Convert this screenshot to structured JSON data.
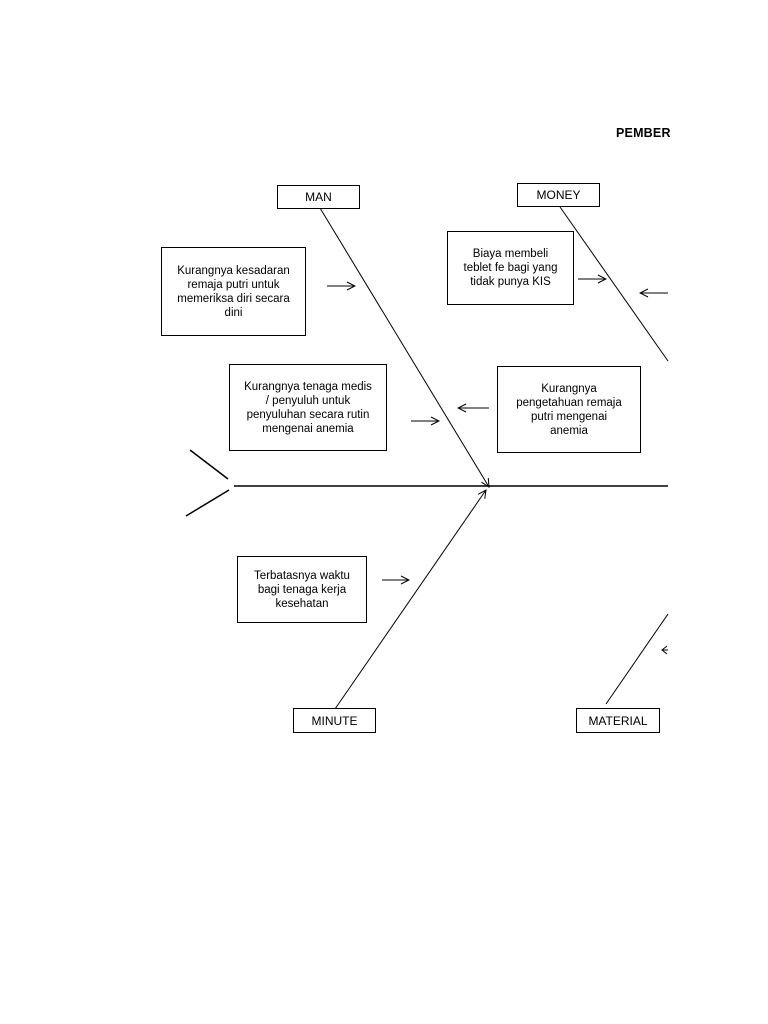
{
  "title": "PEMBER",
  "categories": {
    "man": "MAN",
    "money": "MONEY",
    "minute": "MINUTE",
    "material": "MATERIAL"
  },
  "causes": {
    "kesadaran": "Kurangnya kesadaran\nremaja putri untuk\nmemeriksa diri secara\ndini",
    "biaya": "Biaya membeli\nteblet fe bagi yang\ntidak punya KIS",
    "tenaga_medis": "Kurangnya tenaga medis\n/  penyuluh untuk\npenyuluhan secara rutin\nmengenai anemia",
    "pengetahuan": "Kurangnya\npengetahuan remaja\nputri mengenai\nanemia",
    "waktu": "Terbatasnya waktu\nbagi tenaga kerja\nkesehatan"
  }
}
